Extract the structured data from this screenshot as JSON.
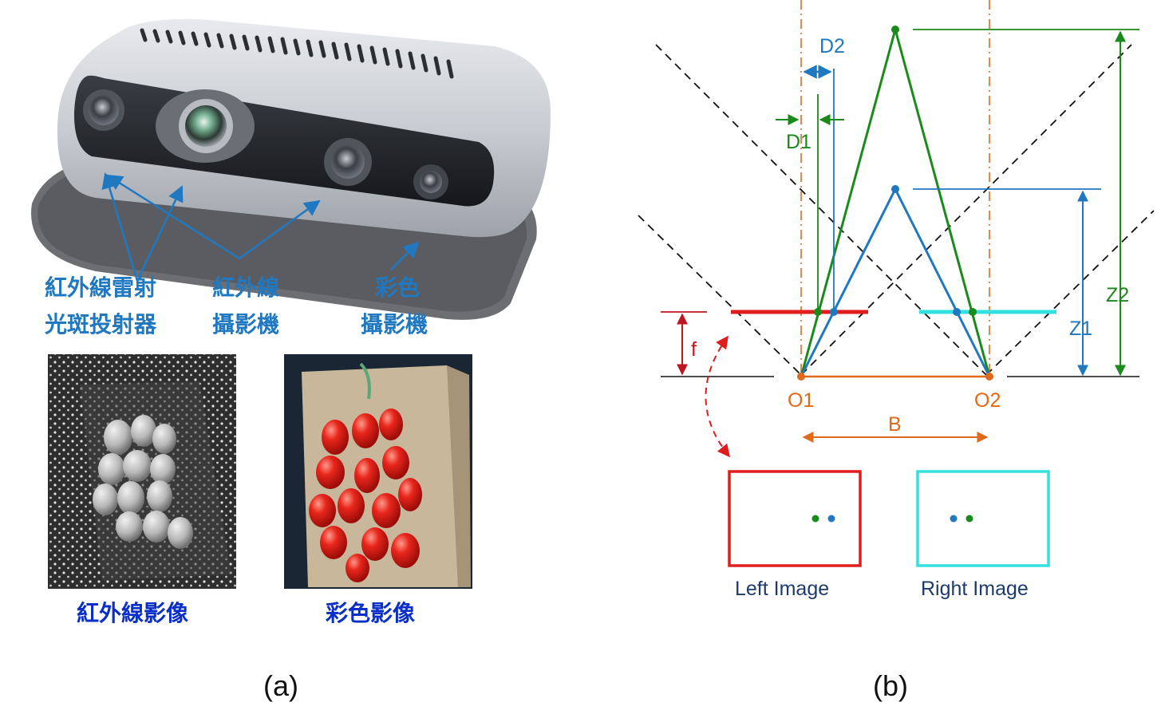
{
  "panel_a": {
    "caption": "(a)",
    "labels": {
      "projector_line1": "紅外線雷射",
      "projector_line2": "光斑投射器",
      "ir_camera_line1": "紅外線",
      "ir_camera_line2": "攝影機",
      "color_camera_line1": "彩色",
      "color_camera_line2": "攝影機"
    },
    "ir_image_caption": "紅外線影像",
    "color_image_caption": "彩色影像"
  },
  "panel_b": {
    "caption": "(b)",
    "labels": {
      "d1": "D1",
      "d2": "D2",
      "z1": "Z1",
      "z2": "Z2",
      "f": "f",
      "o1": "O1",
      "o2": "O2",
      "b": "B",
      "left_image": "Left Image",
      "right_image": "Right Image"
    },
    "colors": {
      "green": "#1a8a1a",
      "blue": "#1f78c0",
      "red": "#e01c1c",
      "cyan": "#33e0e0",
      "orange": "#e06a1a",
      "dark_red": "#c0141e",
      "label_blue": "#0050c8"
    }
  }
}
